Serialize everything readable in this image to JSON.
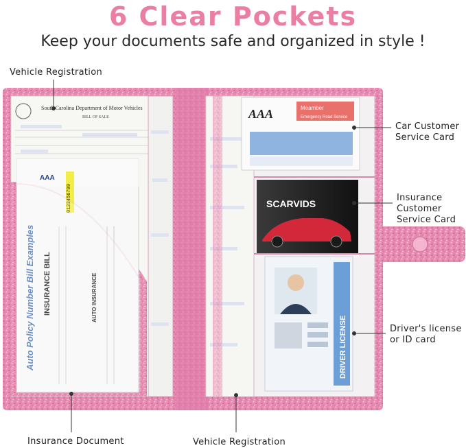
{
  "header": {
    "title": "6 Clear Pockets",
    "subtitle": "Keep your documents safe and organized in style !"
  },
  "callouts": {
    "vehicle_registration_top": "Vehicle Registration",
    "car_customer_service": [
      "Car Customer",
      "Service Card"
    ],
    "insurance_customer_service": [
      "Insurance",
      "Customer",
      "Service Card"
    ],
    "drivers_license": [
      "Driver's license",
      "or ID card"
    ],
    "insurance_document": "Insurance Document",
    "vehicle_registration_bottom": "Vehicle Registration"
  },
  "documents": {
    "dmv_header": "South Carolina Department of Motor Vehicles",
    "bill_of_sale": "BILL OF SALE",
    "bill_title": "Auto Policy Number Bill Examples",
    "insurance_bill": "INSURANCE BILL",
    "auto_insurance": "AUTO INSURANCE",
    "policy_number": "0123456789",
    "aaa_logo": "AAA",
    "meamber": "Meamber",
    "emergency": "Emergency Road Service",
    "scarvids": "SCARVIDS",
    "driver_license": "DRIVER LICENSE"
  },
  "colors": {
    "headline": "#ea7fa3",
    "glitter": "#e98ab2",
    "glitter_dark": "#c9578b"
  }
}
